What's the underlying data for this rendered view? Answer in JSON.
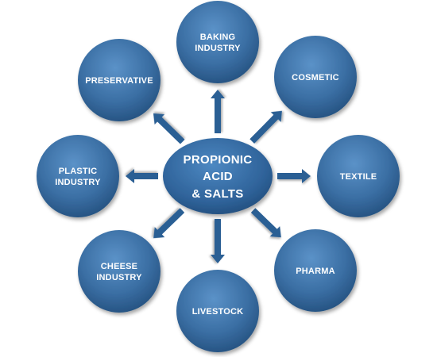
{
  "center": {
    "lines": [
      "PROPIONIC",
      "ACID",
      "& SALTS"
    ]
  },
  "nodes": [
    {
      "id": "baking-industry",
      "lines": [
        "BAKING",
        "INDUSTRY"
      ]
    },
    {
      "id": "cosmetic",
      "lines": [
        "COSMETIC"
      ]
    },
    {
      "id": "textile",
      "lines": [
        "TEXTILE"
      ]
    },
    {
      "id": "pharma",
      "lines": [
        "PHARMA"
      ]
    },
    {
      "id": "livestock",
      "lines": [
        "LIVESTOCK"
      ]
    },
    {
      "id": "cheese-industry",
      "lines": [
        "CHEESE",
        "INDUSTRY"
      ]
    },
    {
      "id": "plastic-industry",
      "lines": [
        "PLASTIC",
        "INDUSTRY"
      ]
    },
    {
      "id": "preservative",
      "lines": [
        "PRESERVATIVE"
      ]
    }
  ],
  "colors": {
    "node_light": "#4f86bf",
    "node_dark": "#214f7e",
    "center_light": "#3f7ab6",
    "center_dark": "#1f4a78",
    "arrow": "#2c5f94"
  }
}
